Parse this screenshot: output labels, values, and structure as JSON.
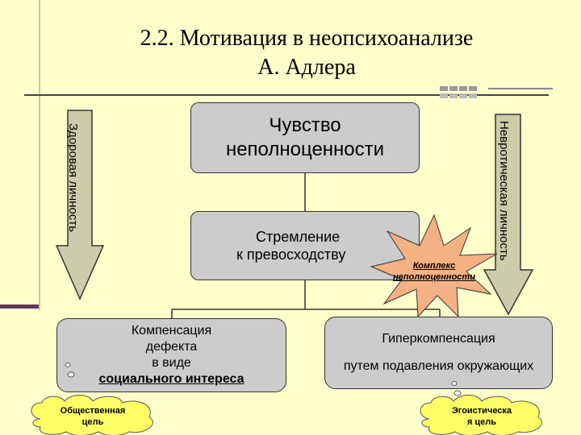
{
  "slide": {
    "title_line1": "2.2. Мотивация в неопсихоанализе",
    "title_line2": "А. Адлера"
  },
  "left_arrow_label": "Здоровая личность",
  "right_arrow_label": "Невротическая личность",
  "box_inferiority": {
    "line1": "Чувство",
    "line2": "неполноценности"
  },
  "box_striving": {
    "line1": "Стремление",
    "line2": "к превосходству"
  },
  "burst": {
    "line1": "Комплекс",
    "line2": "неполноценности"
  },
  "box_compensation": {
    "line1": "Компенсация",
    "line2": "дефекта",
    "line3": "в виде",
    "line4": "социального интереса"
  },
  "box_overcompensation": {
    "line1": "Гиперкомпенсация",
    "line2": "путем подавления окружающих"
  },
  "cloud_social": {
    "line1": "Общественная",
    "line2": "цель"
  },
  "cloud_egoistic": {
    "line1": "Эгоистическа",
    "line2": "я цель"
  },
  "colors": {
    "background": "#ffffcc",
    "box_fill": "#cccccc",
    "arrow_fill": "#ccccaa",
    "burst_fill": "#f4b183",
    "cloud_fill": "#ffff66",
    "accent_bar": "#663366"
  }
}
